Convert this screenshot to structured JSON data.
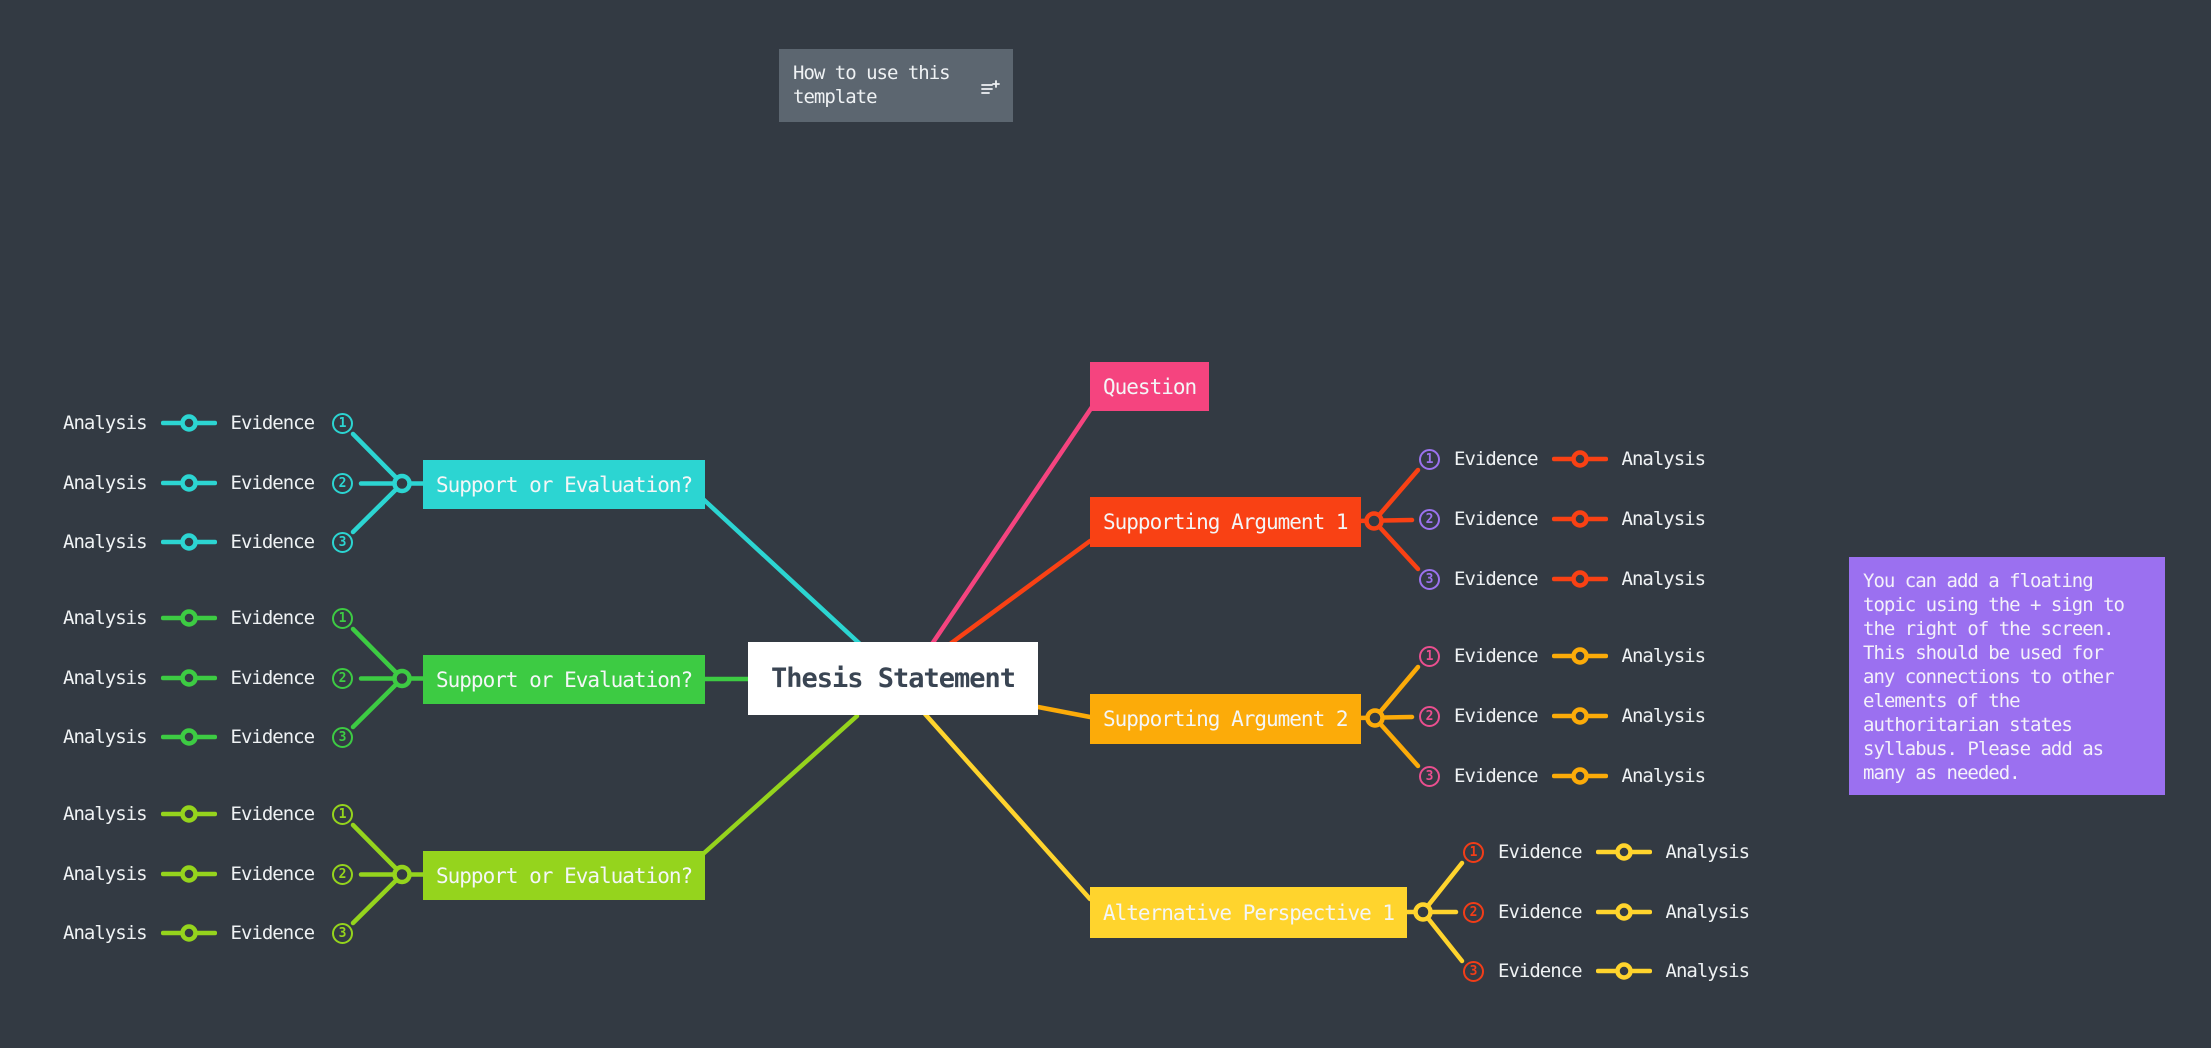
{
  "canvas": {
    "background": "#333A43"
  },
  "template_note": {
    "label": "How to use this template",
    "icon": "add-note-icon",
    "bg": "#5C6670"
  },
  "center": {
    "label": "Thesis Statement",
    "bg": "#FFFFFF",
    "text_color": "#3A4553"
  },
  "branches": {
    "left": [
      {
        "label": "Support or Evaluation?",
        "color": "#2CD5D2",
        "children": [
          {
            "number": "1",
            "evidence": "Evidence",
            "analysis": "Analysis"
          },
          {
            "number": "2",
            "evidence": "Evidence",
            "analysis": "Analysis"
          },
          {
            "number": "3",
            "evidence": "Evidence",
            "analysis": "Analysis"
          }
        ]
      },
      {
        "label": "Support or Evaluation?",
        "color": "#3DCB43",
        "children": [
          {
            "number": "1",
            "evidence": "Evidence",
            "analysis": "Analysis"
          },
          {
            "number": "2",
            "evidence": "Evidence",
            "analysis": "Analysis"
          },
          {
            "number": "3",
            "evidence": "Evidence",
            "analysis": "Analysis"
          }
        ]
      },
      {
        "label": "Support or Evaluation?",
        "color": "#95D41D",
        "children": [
          {
            "number": "1",
            "evidence": "Evidence",
            "analysis": "Analysis"
          },
          {
            "number": "2",
            "evidence": "Evidence",
            "analysis": "Analysis"
          },
          {
            "number": "3",
            "evidence": "Evidence",
            "analysis": "Analysis"
          }
        ]
      }
    ],
    "right": [
      {
        "label": "Question",
        "color": "#F5447F",
        "children": []
      },
      {
        "label": "Supporting Argument 1",
        "color": "#F94114",
        "badge_color": "#9B72EE",
        "children": [
          {
            "number": "1",
            "evidence": "Evidence",
            "analysis": "Analysis"
          },
          {
            "number": "2",
            "evidence": "Evidence",
            "analysis": "Analysis"
          },
          {
            "number": "3",
            "evidence": "Evidence",
            "analysis": "Analysis"
          }
        ]
      },
      {
        "label": "Supporting Argument 2",
        "color": "#FCAB09",
        "badge_color": "#EA4F8F",
        "children": [
          {
            "number": "1",
            "evidence": "Evidence",
            "analysis": "Analysis"
          },
          {
            "number": "2",
            "evidence": "Evidence",
            "analysis": "Analysis"
          },
          {
            "number": "3",
            "evidence": "Evidence",
            "analysis": "Analysis"
          }
        ]
      },
      {
        "label": "Alternative Perspective 1",
        "color": "#FFD42D",
        "badge_color": "#F23D18",
        "children": [
          {
            "number": "1",
            "evidence": "Evidence",
            "analysis": "Analysis"
          },
          {
            "number": "2",
            "evidence": "Evidence",
            "analysis": "Analysis"
          },
          {
            "number": "3",
            "evidence": "Evidence",
            "analysis": "Analysis"
          }
        ]
      }
    ]
  },
  "floating_note": {
    "color": "#9B70F0",
    "lines": [
      "You can add a floating",
      "topic using the + sign to",
      "the right of the screen.",
      "This should be used for",
      "any connections to other",
      "elements of the",
      "authoritarian states",
      "syllabus. Please add as",
      "many as needed."
    ]
  }
}
